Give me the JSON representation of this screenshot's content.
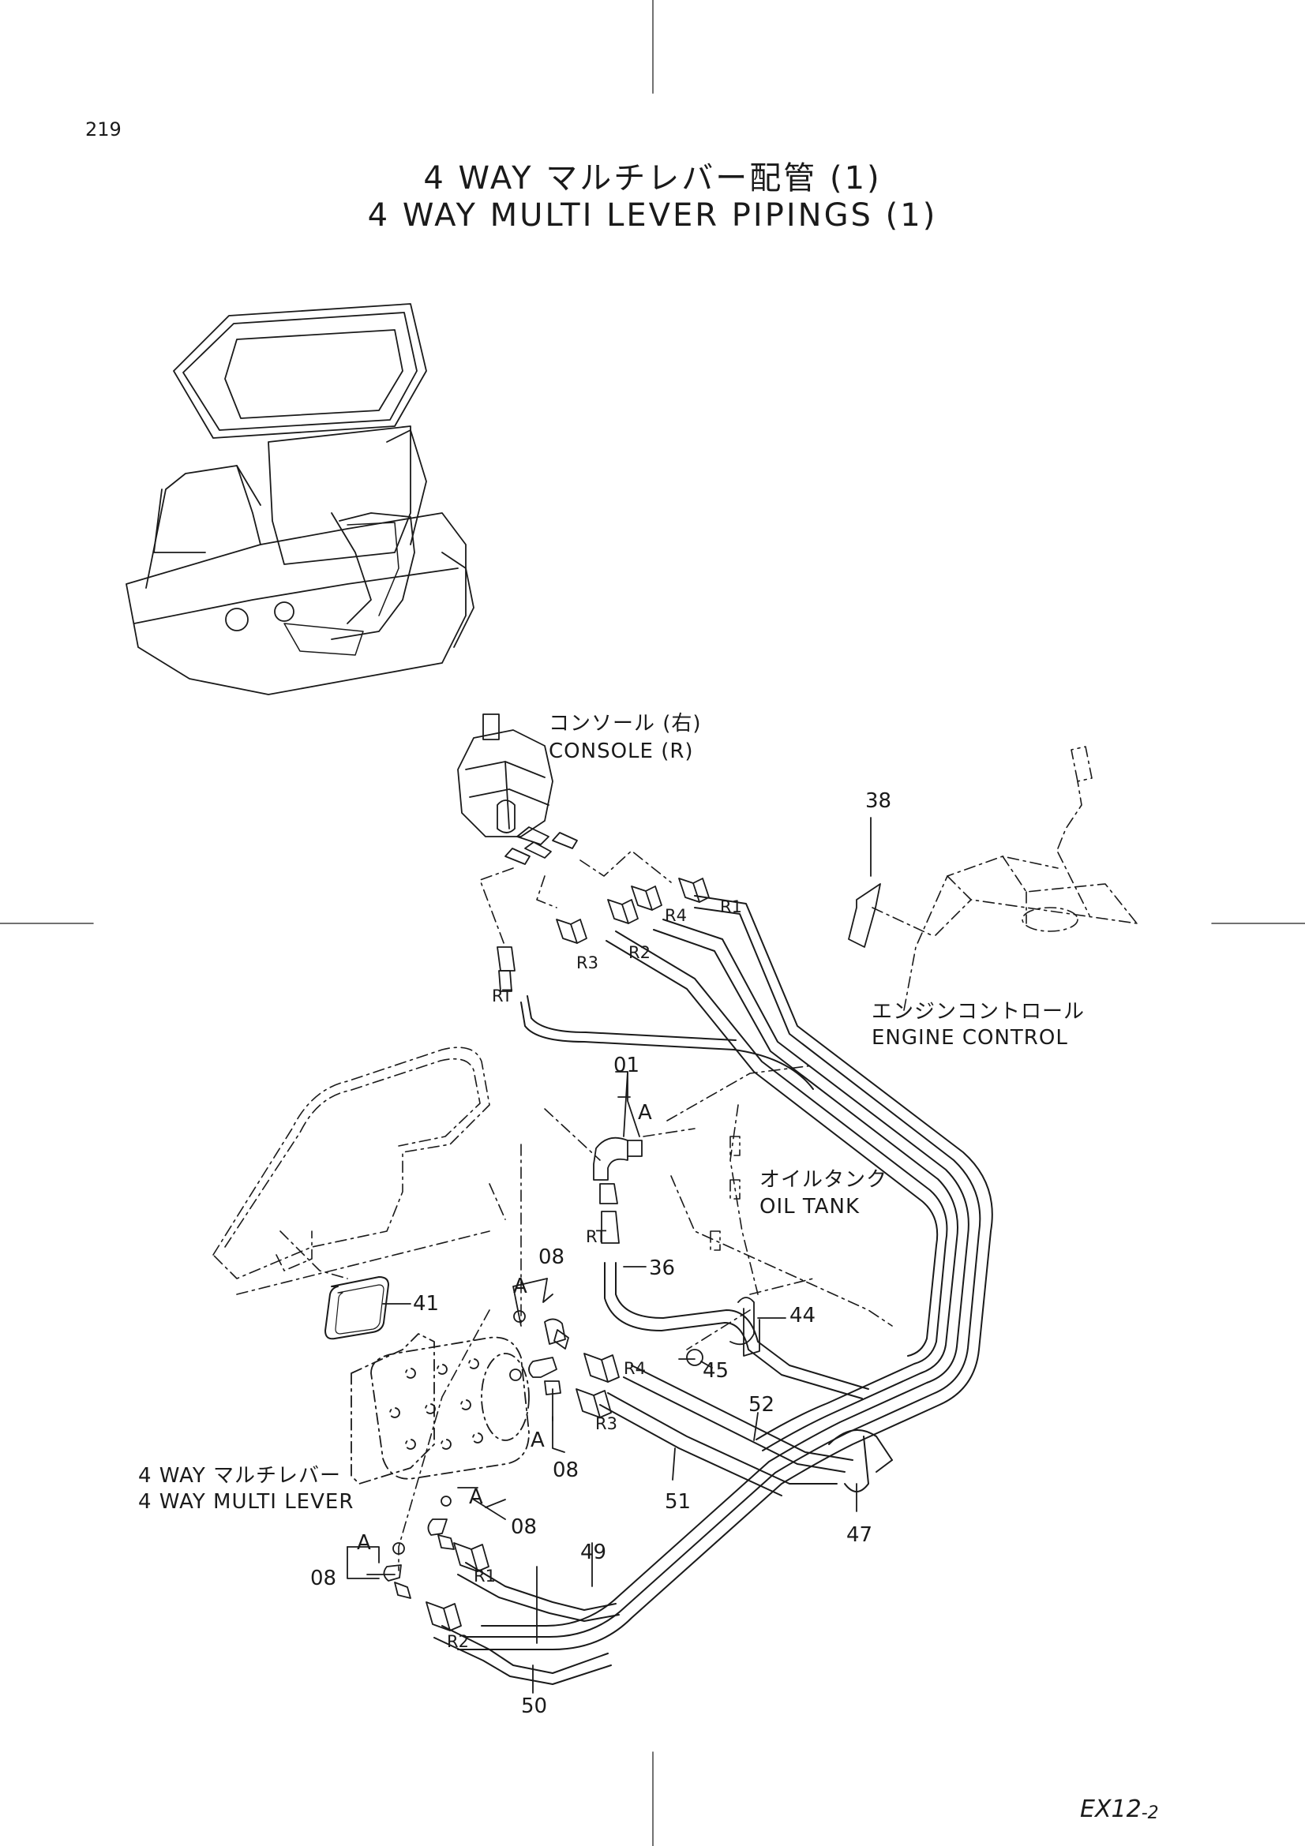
{
  "page_number": "219",
  "title_ja": "4 WAY マルチレバー配管 (1)",
  "title_en": "4 WAY MULTI LEVER PIPINGS (1)",
  "callouts": {
    "console_ja": "コンソール (右)",
    "console_en": "CONSOLE (R)",
    "engine_ja": "エンジンコントロール",
    "engine_en": "ENGINE CONTROL",
    "tank_ja": "オイルタンク",
    "tank_en": "OIL TANK",
    "lever_ja": "4 WAY マルチレバー",
    "lever_en": "4 WAY MULTI LEVER"
  },
  "part_numbers": {
    "p01": "01",
    "p08a": "08",
    "p08b": "08",
    "p08c": "08",
    "p08d": "08",
    "p36": "36",
    "p38": "38",
    "p41": "41",
    "p44": "44",
    "p45": "45",
    "p47": "47",
    "p49": "49",
    "p50": "50",
    "p51": "51",
    "p52": "52"
  },
  "port_labels": {
    "console_r1": "R1",
    "console_r2": "R2",
    "console_r3": "R3",
    "console_r4": "R4",
    "console_rt": "RT",
    "tank_rt": "RT",
    "lever_r1": "R1",
    "lever_r2": "R2",
    "lever_r3": "R3",
    "lever_r4": "R4"
  },
  "section_marks": {
    "a1": "A",
    "a2": "A",
    "a3": "A",
    "a4": "A",
    "a5": "A"
  },
  "model_code": "EX12",
  "model_suffix": "-2"
}
